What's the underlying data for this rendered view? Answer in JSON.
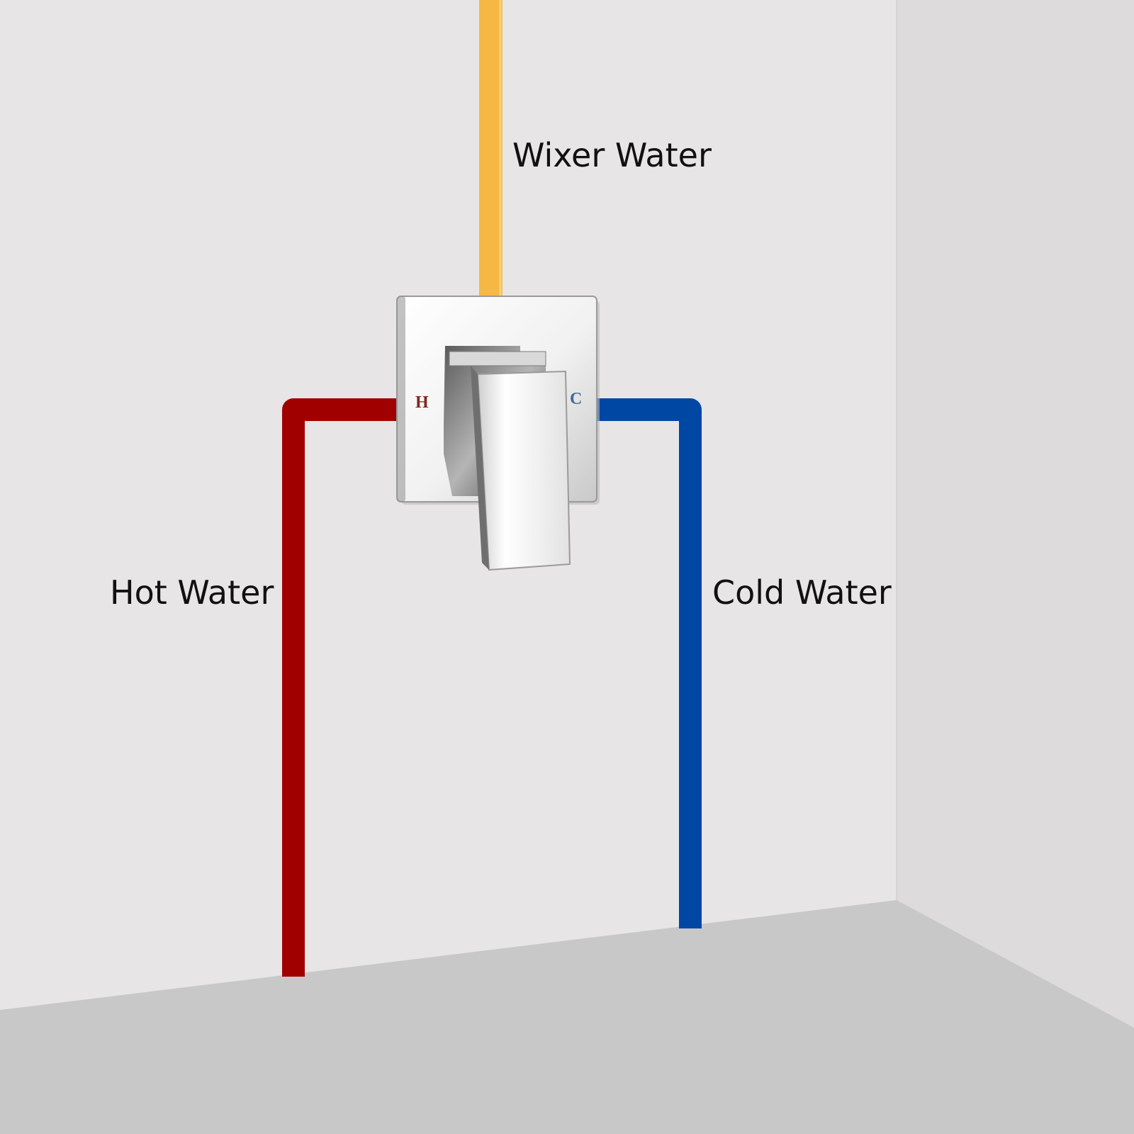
{
  "labels": {
    "mixed": "Wixer Water",
    "hot": "Hot Water",
    "cold": "Cold Water"
  },
  "valve": {
    "hot_mark": "H",
    "cold_mark": "C"
  },
  "colors": {
    "wall": "#e7e5e6",
    "side_wall": "#dddbdc",
    "floor": "#c8c8c8",
    "mixed_pipe": "#f6b843",
    "hot_pipe": "#a00000",
    "cold_pipe": "#0047a3",
    "hot_mark": "#7a2a1e",
    "cold_mark": "#3f6b9a"
  }
}
